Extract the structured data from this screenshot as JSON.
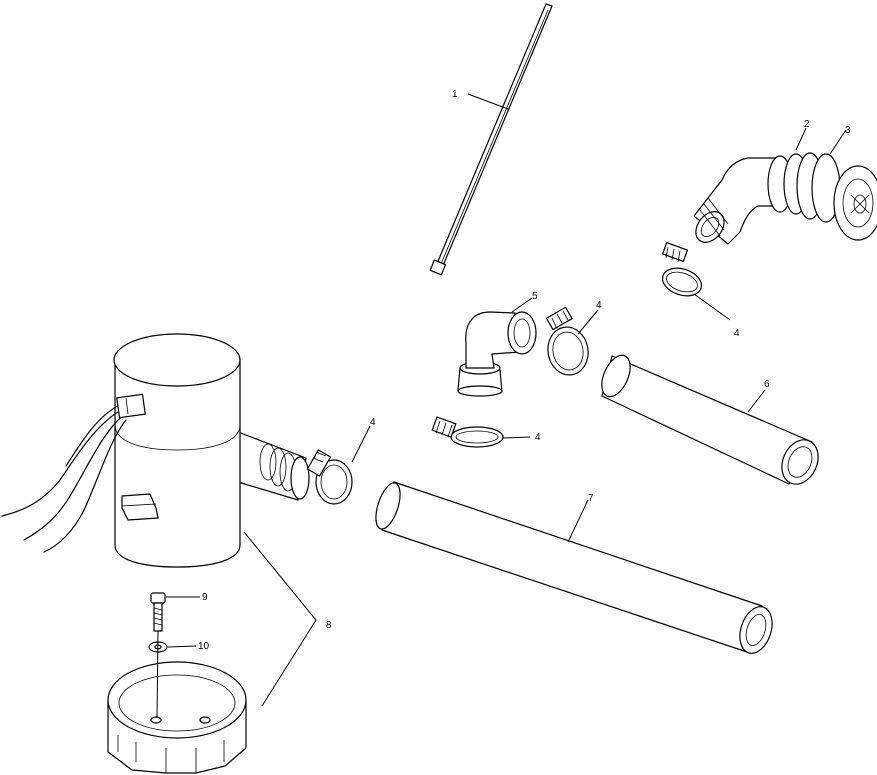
{
  "callouts": {
    "c1": "1",
    "c2": "2",
    "c3": "3",
    "c4a": "4",
    "c4b": "4",
    "c4c": "4",
    "c4d": "4",
    "c5": "5",
    "c6": "6",
    "c7": "7",
    "c8": "8",
    "c9": "9",
    "c10": "10"
  }
}
